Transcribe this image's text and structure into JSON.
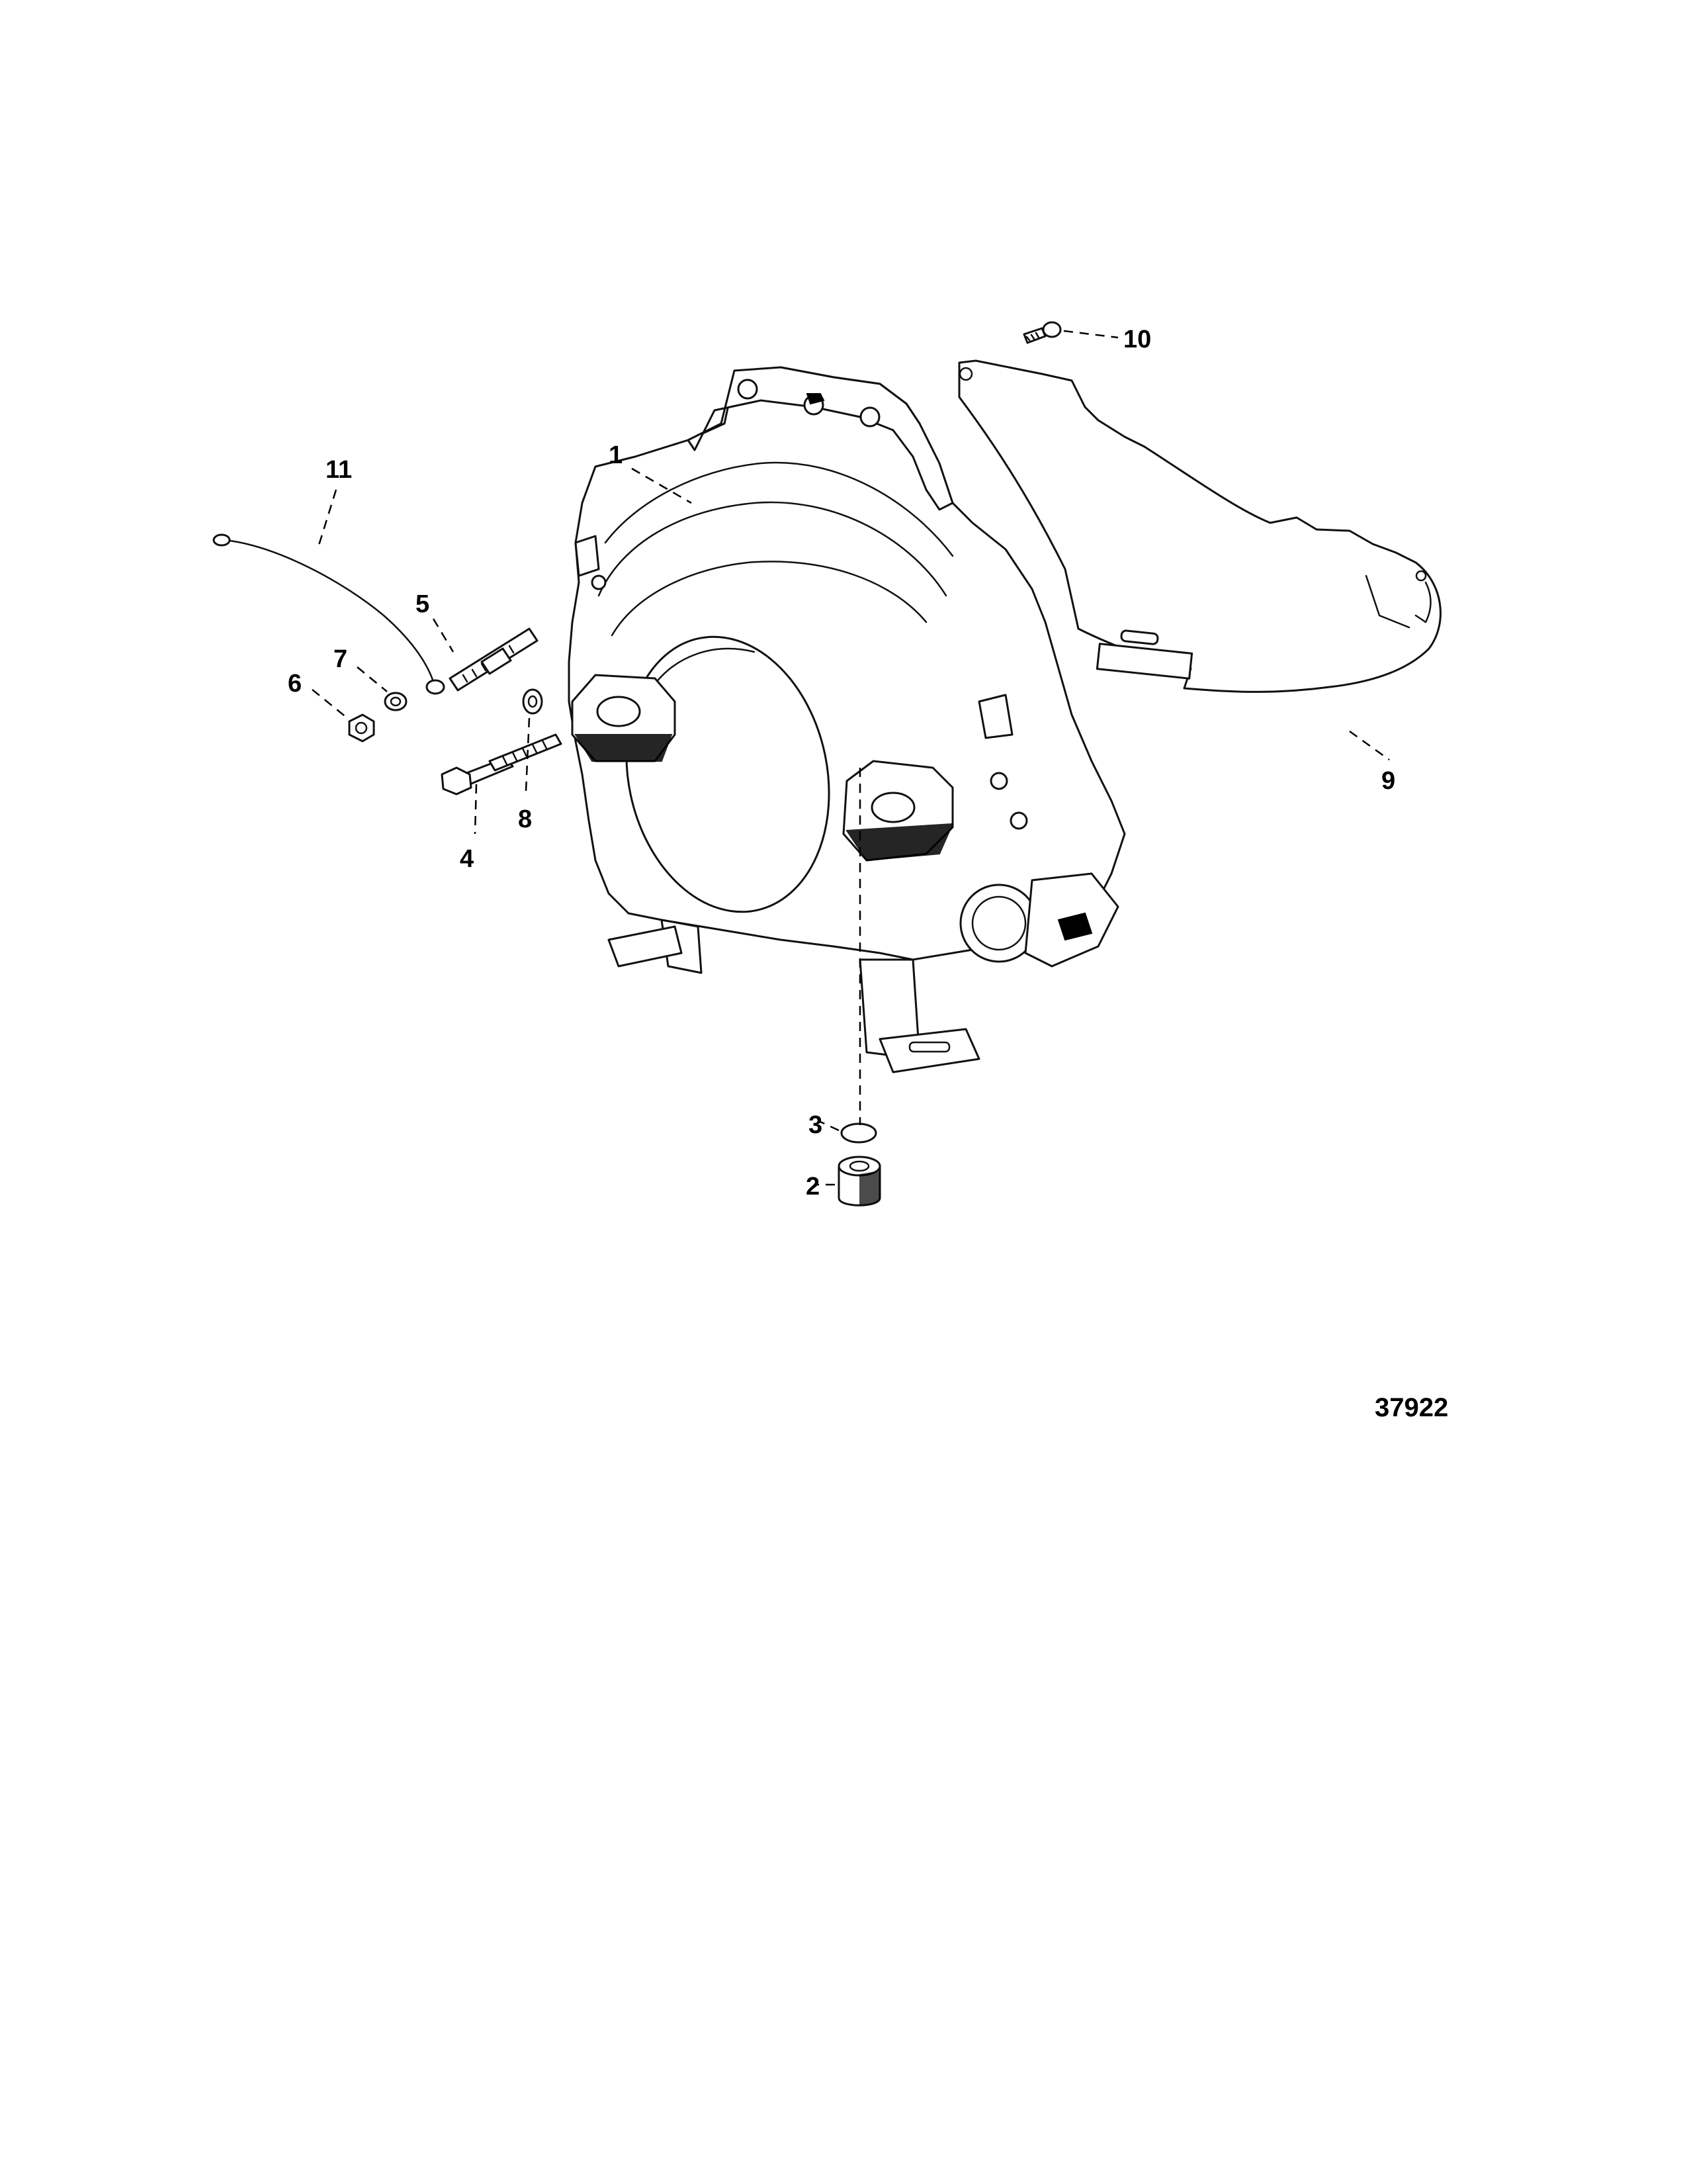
{
  "diagram": {
    "figure_number": "37922",
    "callouts": [
      {
        "id": "1",
        "label": "1"
      },
      {
        "id": "2",
        "label": "2"
      },
      {
        "id": "3",
        "label": "3"
      },
      {
        "id": "4",
        "label": "4"
      },
      {
        "id": "5",
        "label": "5"
      },
      {
        "id": "6",
        "label": "6"
      },
      {
        "id": "7",
        "label": "7"
      },
      {
        "id": "8",
        "label": "8"
      },
      {
        "id": "9",
        "label": "9"
      },
      {
        "id": "10",
        "label": "10"
      },
      {
        "id": "11",
        "label": "11"
      }
    ]
  }
}
